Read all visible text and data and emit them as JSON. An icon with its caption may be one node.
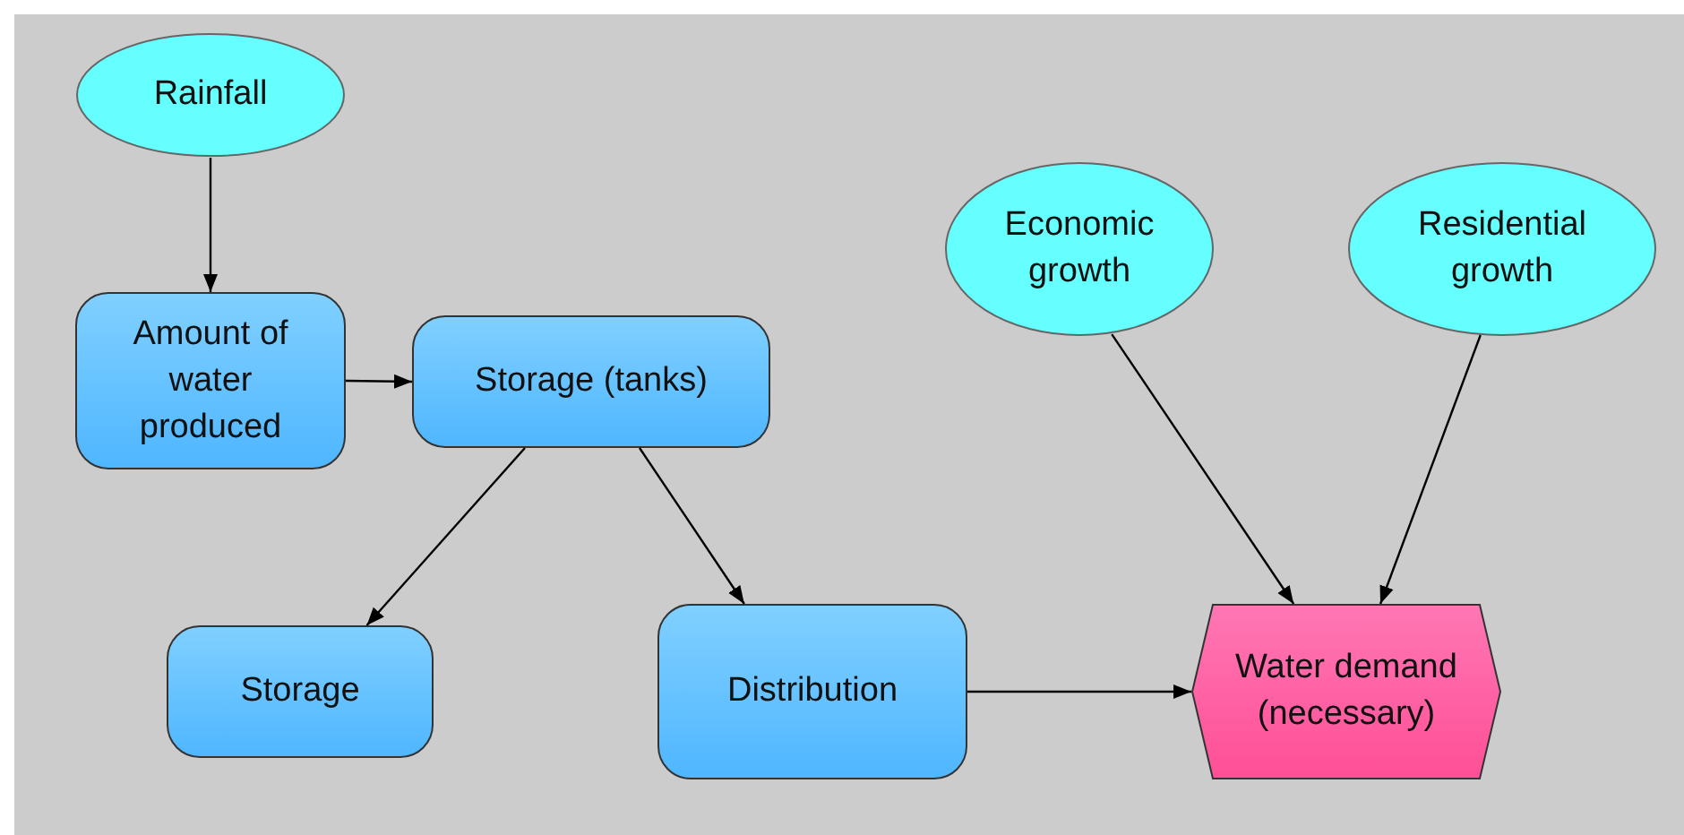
{
  "diagram": {
    "nodes": [
      {
        "text": [
          "Rainfall"
        ]
      },
      {
        "text": [
          "Amount of water produced"
        ]
      },
      {
        "text": [
          "Storage (tanks)"
        ]
      },
      {
        "text": [
          "Economic growth"
        ]
      },
      {
        "text": [
          "Residential growth"
        ]
      },
      {
        "text": [
          "Storage"
        ]
      },
      {
        "text": [
          "Distribution"
        ]
      },
      {
        "text": [
          "Water demand (necessary)"
        ]
      }
    ],
    "edges": [
      {
        "from": 0,
        "to": 1,
        "arrow": "to"
      },
      {
        "from": 1,
        "to": 2,
        "arrow": "to"
      },
      {
        "from": 2,
        "to": 5,
        "arrow": "to"
      },
      {
        "from": 2,
        "to": 6,
        "arrow": "to"
      },
      {
        "from": 3,
        "to": 7,
        "arrow": "to"
      },
      {
        "from": 4,
        "to": 7,
        "arrow": "to"
      },
      {
        "from": 6,
        "to": 7,
        "arrow": "to"
      }
    ]
  }
}
